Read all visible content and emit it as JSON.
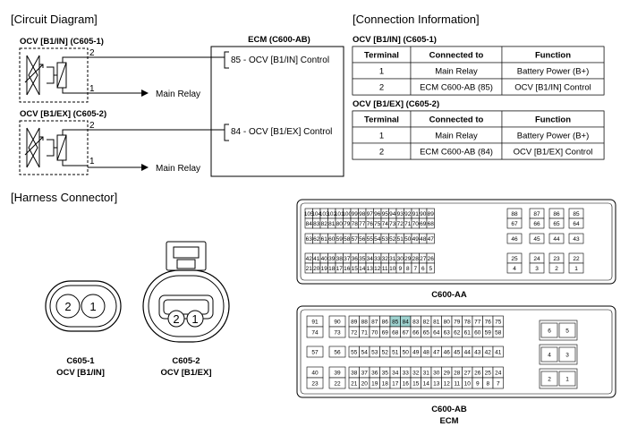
{
  "circuit": {
    "section_title": "[Circuit Diagram]",
    "ocv1_label": "OCV [B1/IN] (C605-1)",
    "ocv2_label": "OCV [B1/EX] (C605-2)",
    "ecm_title": "ECM (C600-AB)",
    "ecm_line1": "85 - OCV [B1/IN] Control",
    "ecm_line2": "84 - OCV [B1/EX] Control",
    "pin2": "2",
    "pin1": "1",
    "main_relay": "Main Relay"
  },
  "connection": {
    "section_title": "[Connection Information]",
    "headers": [
      "Terminal",
      "Connected to",
      "Function"
    ],
    "table1_title": "OCV [B1/IN] (C605-1)",
    "table1_rows": [
      [
        "1",
        "Main Relay",
        "Battery Power (B+)"
      ],
      [
        "2",
        "ECM C600-AB (85)",
        "OCV [B1/IN] Control"
      ]
    ],
    "table2_title": "OCV [B1/EX] (C605-2)",
    "table2_rows": [
      [
        "1",
        "Main Relay",
        "Battery Power (B+)"
      ],
      [
        "2",
        "ECM C600-AB (84)",
        "OCV [B1/EX] Control"
      ]
    ]
  },
  "harness": {
    "section_title": "[Harness Connector]",
    "c605_1_pins": [
      "2",
      "1"
    ],
    "c605_1_name": "C605-1",
    "c605_1_sub": "OCV [B1/IN]",
    "c605_2_pins": [
      "2",
      "1"
    ],
    "c605_2_name": "C605-2",
    "c605_2_sub": "OCV [B1/EX]",
    "aa_name": "C600-AA",
    "ab_name": "C600-AB",
    "ab_sub": "ECM",
    "highlight_color": "#9fd3d0",
    "aa_rows": [
      [
        [
          "105",
          "104",
          "103",
          "102",
          "101",
          "100",
          "99",
          "98",
          "97",
          "96",
          "95",
          "94",
          "93",
          "92",
          "91",
          "90",
          "89"
        ],
        [
          "88"
        ],
        [
          "87"
        ],
        [
          "86"
        ],
        [
          "85"
        ]
      ],
      [
        [
          "84",
          "83",
          "82",
          "81",
          "80",
          "79",
          "78",
          "77",
          "76",
          "75",
          "74",
          "73",
          "72",
          "71",
          "70",
          "69",
          "68"
        ],
        [
          "67"
        ],
        [
          "66"
        ],
        [
          "65"
        ],
        [
          "64"
        ]
      ],
      [
        [
          "63",
          "62",
          "61",
          "60",
          "59",
          "58",
          "57",
          "56",
          "55",
          "54",
          "53",
          "52",
          "51",
          "50",
          "49",
          "48",
          "47"
        ],
        [
          "46"
        ],
        [
          "45"
        ],
        [
          "44"
        ],
        [
          "43"
        ]
      ],
      [
        [
          "42",
          "41",
          "40",
          "39",
          "38",
          "37",
          "36",
          "35",
          "34",
          "33",
          "32",
          "31",
          "30",
          "29",
          "28",
          "27",
          "26"
        ],
        [
          "25"
        ],
        [
          "24"
        ],
        [
          "23"
        ],
        [
          "22"
        ]
      ],
      [
        [
          "21",
          "20",
          "19",
          "18",
          "17",
          "16",
          "15",
          "14",
          "13",
          "12",
          "11",
          "10",
          "9",
          "8",
          "7",
          "6",
          "5"
        ],
        [
          "4"
        ],
        [
          "3"
        ],
        [
          "2"
        ],
        [
          "1"
        ]
      ]
    ],
    "ab_rows": [
      [
        "91",
        "90",
        "89",
        "88",
        "87",
        "86",
        "85",
        "84",
        "83",
        "82",
        "81",
        "80",
        "79",
        "78",
        "77",
        "76",
        "75"
      ],
      [
        "74",
        "73",
        "72",
        "71",
        "70",
        "69",
        "68",
        "67",
        "66",
        "65",
        "64",
        "63",
        "62",
        "61",
        "60",
        "59",
        "58"
      ],
      [
        "57",
        "56",
        "55",
        "54",
        "53",
        "52",
        "51",
        "50",
        "49",
        "48",
        "47",
        "46",
        "45",
        "44",
        "43",
        "42",
        "41"
      ],
      [
        "40",
        "39",
        "38",
        "37",
        "36",
        "35",
        "34",
        "33",
        "32",
        "31",
        "30",
        "29",
        "28",
        "27",
        "26",
        "25",
        "24"
      ],
      [
        "23",
        "22",
        "21",
        "20",
        "19",
        "18",
        "17",
        "16",
        "15",
        "14",
        "13",
        "12",
        "11",
        "10",
        "9",
        "8",
        "7"
      ]
    ],
    "ab_side_rows": [
      [
        "6",
        "5"
      ],
      [
        "4",
        "3"
      ],
      [
        "2",
        "1"
      ]
    ],
    "ab_highlight": [
      "85",
      "84"
    ]
  }
}
